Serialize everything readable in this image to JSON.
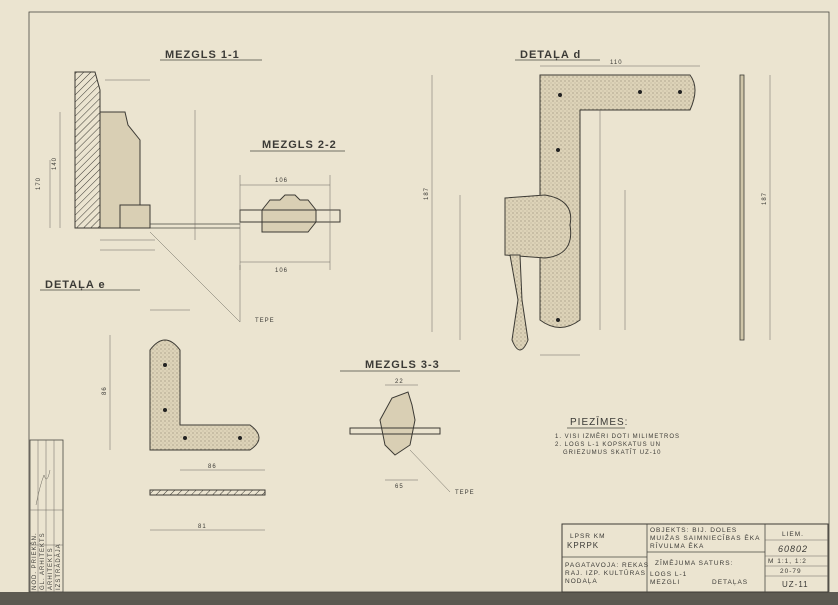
{
  "headings": {
    "node_1_1": "MEZGLS 1-1",
    "node_2_2": "MEZGLS 2-2",
    "node_3_3": "MEZGLS 3-3",
    "detail_d": "DETAĻA d",
    "detail_e": "DETAĻA e"
  },
  "labels": {
    "tepe_1": "TEPE",
    "tepe_2": "TEPE"
  },
  "dimensions": {
    "d_top": "110",
    "d_height": "187",
    "d_side": "187",
    "e_width": "81",
    "e_height": "86",
    "e_inner": "86",
    "n22_top": "106",
    "n22_bottom": "106",
    "n11_total": "170",
    "n11_inner": "140",
    "n33_top": "22",
    "n33_bottom": "65"
  },
  "notes": {
    "title": "PIEZĪMES:",
    "lines": [
      "1. VISI IZMĒRI DOTI MILIMETROS",
      "2. LOGS L-1 KOPSKATUS UN",
      "GRIEZUMUS SKATĪT UZ-10"
    ]
  },
  "title_block": {
    "org_1": "LPSR KM",
    "org_2": "KPRPK",
    "object_1": "OBJEKTS: BIJ. DOLES",
    "object_2": "MUIŽAS SAIMNIECĪBAS ĒKA",
    "object_3": "RĪVULMA ĒKA",
    "sheet_label": "LIEM.",
    "inv_no": "60802",
    "scale": "M 1:1, 1:2",
    "date": "20-79",
    "dept_1": "PAGATAVOJA: REKAS",
    "dept_2": "RAJ. IZP. KULTŪRAS",
    "dept_3": "NODAĻA",
    "contents_label": "ZĪMĒJUMA SATURS:",
    "contents_1": "LOGS L-1",
    "contents_2": "MEZGLI",
    "contents_3": "DETAĻAS",
    "drawing_no": "UZ-11"
  },
  "signature_block": {
    "rows": [
      "NOD. PRIEKŠN.",
      "GL. ARHITEKTS",
      "ARHITEKTS",
      "IZSTRĀDĀJA"
    ]
  }
}
